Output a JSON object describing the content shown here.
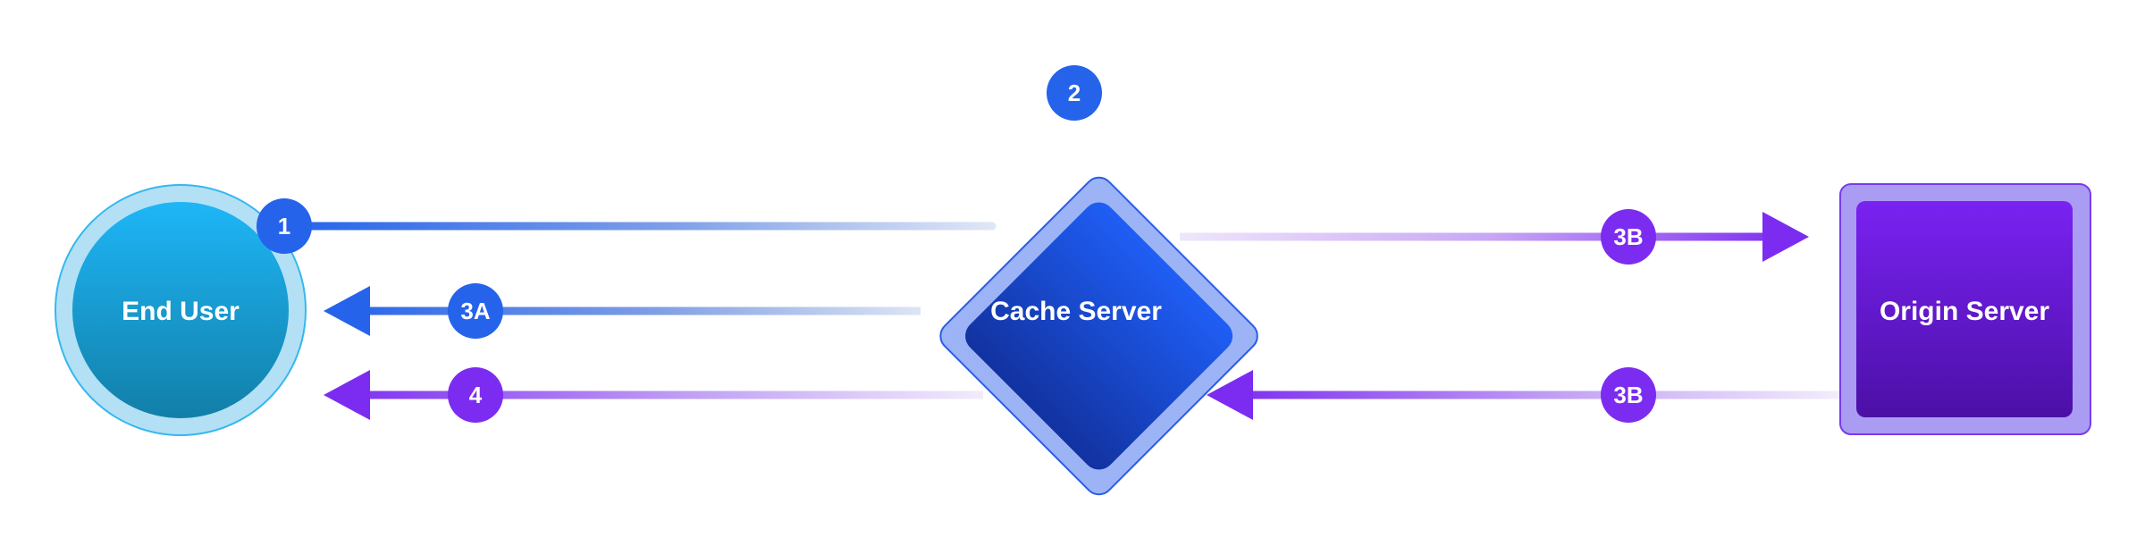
{
  "colors": {
    "blue": "#2563eb",
    "purple": "#7c2cf0",
    "end_user_fill_top": "#1eb6f7",
    "end_user_fill_bottom": "#127fa8",
    "cache_fill_top": "#1f5ef5",
    "cache_fill_bottom": "#1232a0",
    "origin_fill_top": "#7a22f2",
    "origin_fill_bottom": "#4b10a6"
  },
  "nodes": {
    "end_user": {
      "label": "End User"
    },
    "cache_server": {
      "label": "Cache Server"
    },
    "origin_server": {
      "label": "Origin Server"
    }
  },
  "steps": {
    "step1": "1",
    "step2": "2",
    "step3a": "3A",
    "step3b_request": "3B",
    "step3b_response": "3B",
    "step4": "4"
  }
}
